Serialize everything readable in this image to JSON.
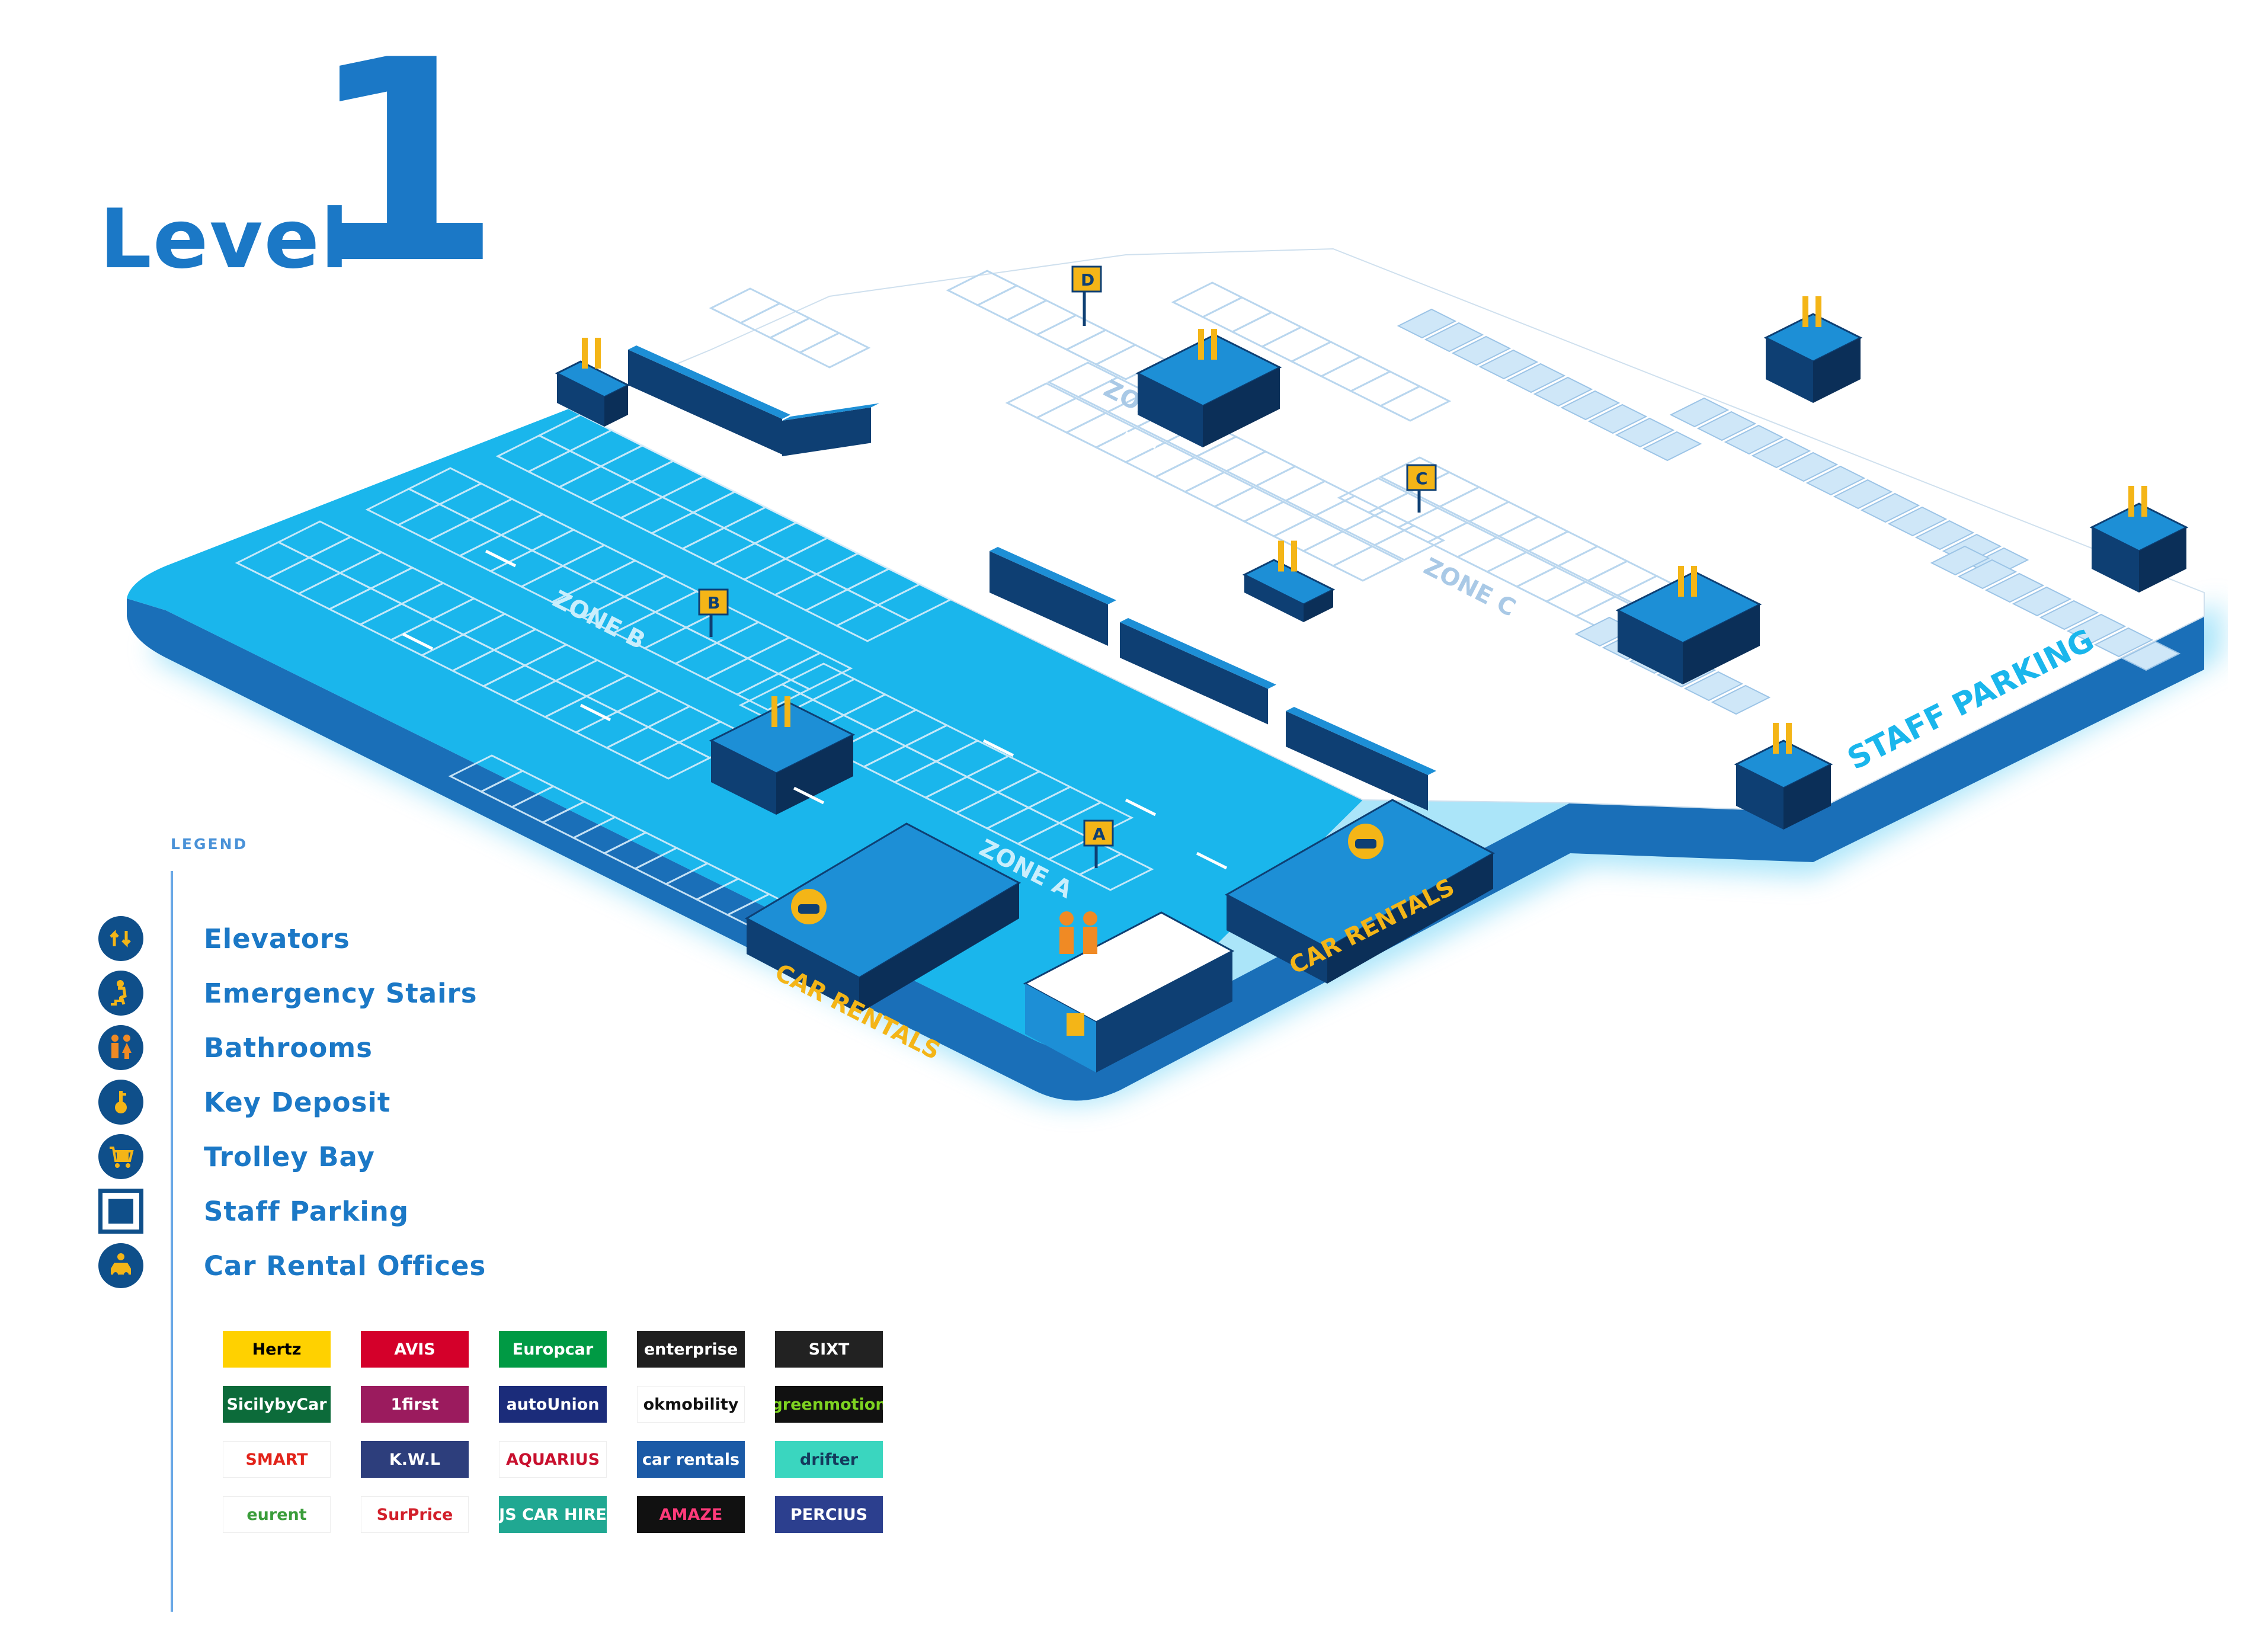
{
  "title": {
    "word": "Level",
    "number": "1"
  },
  "map": {
    "zones": [
      {
        "label": "ZONE A",
        "sign": "A"
      },
      {
        "label": "ZONE B",
        "sign": "B"
      },
      {
        "label": "ZONE C",
        "sign": "C"
      },
      {
        "label": "ZONE D",
        "sign": "D"
      }
    ],
    "car_rentals_label": "CAR RENTALS",
    "staff_parking_label": "STAFF PARKING",
    "colors": {
      "floor": "#1ab6ec",
      "floor_glow": "#7fd8f7",
      "floor_side": "#1a6fb8",
      "wall_top": "#1d8fd6",
      "wall_side": "#0e3f73",
      "accent": "#f4b517",
      "lines": "#d8eefb",
      "white_area": "#ffffff",
      "staff_spaces": "#cfe7f8"
    }
  },
  "legend": {
    "title": "LEGEND",
    "items": [
      {
        "icon": "elevator-icon",
        "label": "Elevators"
      },
      {
        "icon": "emergency-stairs-icon",
        "label": "Emergency Stairs"
      },
      {
        "icon": "bathroom-icon",
        "label": "Bathrooms"
      },
      {
        "icon": "key-deposit-icon",
        "label": "Key Deposit"
      },
      {
        "icon": "trolley-icon",
        "label": "Trolley Bay"
      },
      {
        "icon": "staff-parking-icon",
        "label": "Staff Parking"
      },
      {
        "icon": "car-rental-icon",
        "label": "Car Rental Offices"
      }
    ]
  },
  "rental_logos": [
    {
      "text": "Hertz",
      "bg": "#ffd100",
      "fg": "#000000"
    },
    {
      "text": "AVIS",
      "bg": "#d4002a",
      "fg": "#ffffff"
    },
    {
      "text": "Europcar",
      "bg": "#009a44",
      "fg": "#ffffff"
    },
    {
      "text": "enterprise",
      "bg": "#1f1f1f",
      "fg": "#ffffff"
    },
    {
      "text": "SIXT",
      "bg": "#222222",
      "fg": "#ffffff"
    },
    {
      "text": "SicilybyCar",
      "bg": "#0c6b3a",
      "fg": "#ffffff"
    },
    {
      "text": "1first",
      "bg": "#9b1b5e",
      "fg": "#ffffff"
    },
    {
      "text": "autoUnion",
      "bg": "#1b2c7a",
      "fg": "#ffffff"
    },
    {
      "text": "okmobility",
      "bg": "#ffffff",
      "fg": "#111111"
    },
    {
      "text": "greenmotion",
      "bg": "#111111",
      "fg": "#7ed321"
    },
    {
      "text": "SMART",
      "bg": "#ffffff",
      "fg": "#e2231a"
    },
    {
      "text": "K.W.L",
      "bg": "#2d3e7c",
      "fg": "#ffffff"
    },
    {
      "text": "AQUARIUS",
      "bg": "#ffffff",
      "fg": "#c8102e"
    },
    {
      "text": "car rentals",
      "bg": "#1b5aa6",
      "fg": "#ffffff"
    },
    {
      "text": "drifter",
      "bg": "#3ad6bf",
      "fg": "#143a5c"
    },
    {
      "text": "eurent",
      "bg": "#ffffff",
      "fg": "#3a9d3a"
    },
    {
      "text": "SurPrice",
      "bg": "#ffffff",
      "fg": "#d21f2a"
    },
    {
      "text": "JS CAR HIRE",
      "bg": "#20a892",
      "fg": "#ffffff"
    },
    {
      "text": "AMAZE",
      "bg": "#111111",
      "fg": "#ff3a7a"
    },
    {
      "text": "PERCIUS",
      "bg": "#2c3f8e",
      "fg": "#ffffff"
    }
  ]
}
